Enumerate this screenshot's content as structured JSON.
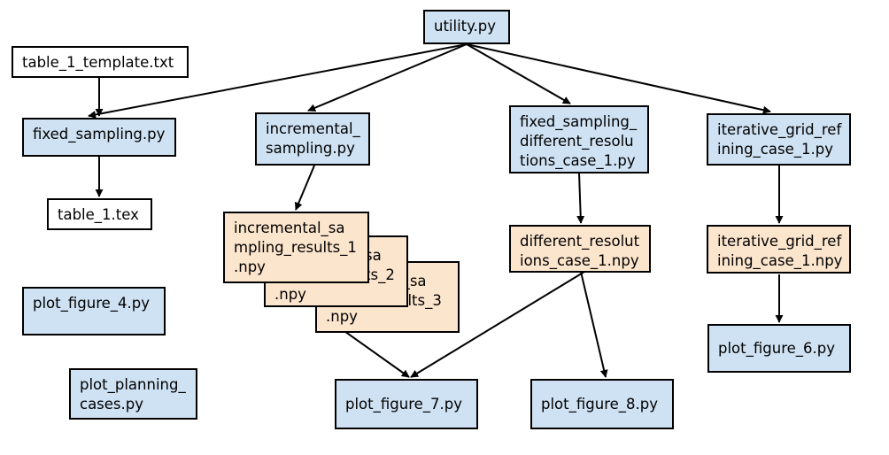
{
  "nodes": {
    "utility": "utility.py",
    "table_template": "table_1_template.txt",
    "fixed_sampling": "fixed_sampling.py",
    "table_tex": "table_1.tex",
    "incremental_sampling": "incremental_\nsampling.py",
    "fixed_diff_res": "fixed_sampling_\ndifferent_resolu\ntions_case_1.py",
    "iterative_grid": "iterative_grid_ref\nining_case_1.py",
    "inc_results_3": "l_sa\nults_3",
    "inc_results_3_ext": ".npy",
    "inc_results_2": "sa\nts_2",
    "inc_results_2_ext": ".npy",
    "inc_results_1": "incremental_sa\nmpling_results_1\n.npy",
    "diff_res_npy": "different_resolut\nions_case_1.npy",
    "iter_npy": "iterative_grid_ref\nining_case_1.npy",
    "plot4": "plot_figure_4.py",
    "plot_planning": "plot_planning_\ncases.py",
    "plot7": "plot_figure_7.py",
    "plot8": "plot_figure_8.py",
    "plot6": "plot_figure_6.py"
  }
}
